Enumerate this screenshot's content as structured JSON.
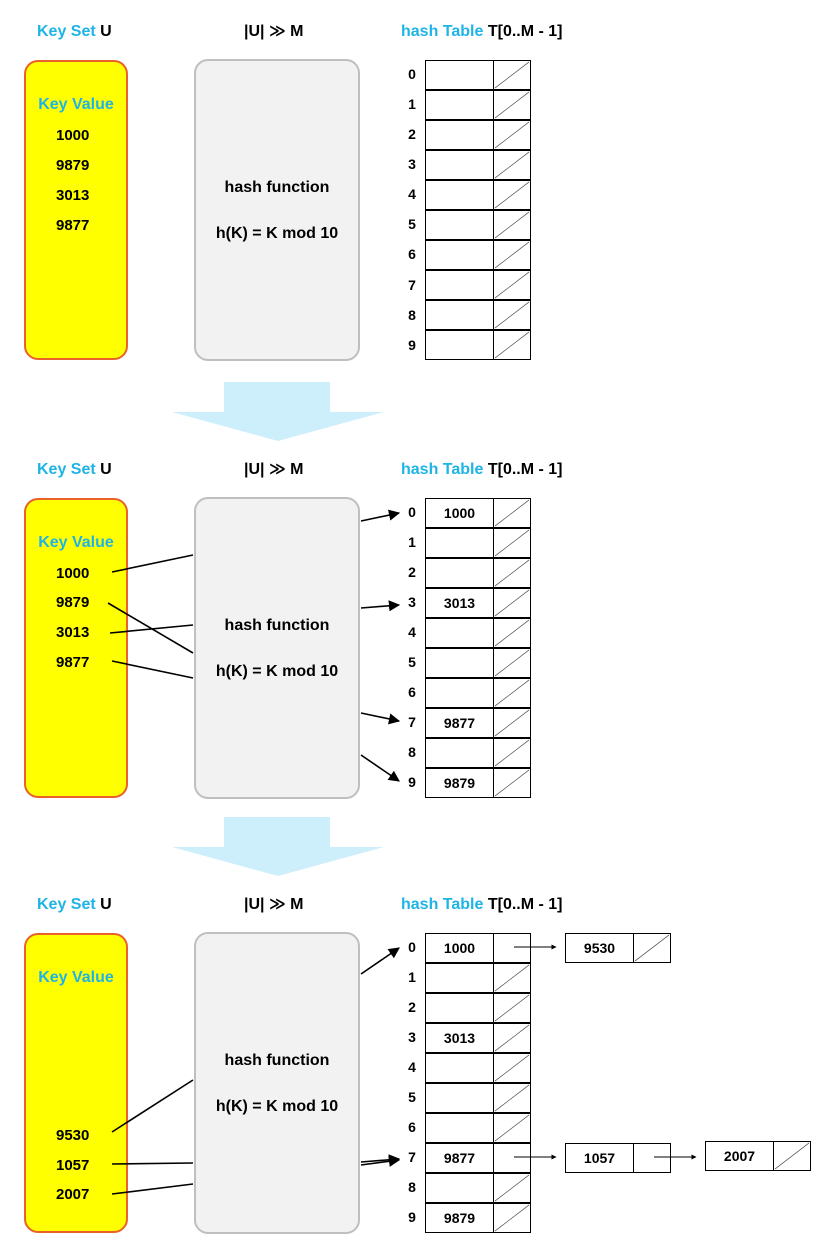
{
  "labels": {
    "key_set_cyan": "Key Set",
    "key_set_black": "U",
    "universe": "|U| ≫ M",
    "hash_table_cyan": "hash Table",
    "hash_table_black": "T[0..M - 1]",
    "key_value": "Key Value",
    "hash_function": "hash function",
    "formula": "h(K) = K mod 10"
  },
  "indices": [
    "0",
    "1",
    "2",
    "3",
    "4",
    "5",
    "6",
    "7",
    "8",
    "9"
  ],
  "panels": [
    {
      "keys": [
        "1000",
        "9879",
        "3013",
        "9877"
      ],
      "table": [
        "",
        "",
        "",
        "",
        "",
        "",
        "",
        "",
        "",
        ""
      ],
      "chains": []
    },
    {
      "keys": [
        "1000",
        "9879",
        "3013",
        "9877"
      ],
      "table": [
        "1000",
        "",
        "",
        "3013",
        "",
        "",
        "",
        "9877",
        "",
        "9879"
      ],
      "chains": []
    },
    {
      "keys": [
        "9530",
        "1057",
        "2007"
      ],
      "table": [
        "1000",
        "",
        "",
        "3013",
        "",
        "",
        "",
        "9877",
        "",
        "9879"
      ],
      "chains": [
        {
          "slot": 0,
          "nodes": [
            "9530"
          ]
        },
        {
          "slot": 7,
          "nodes": [
            "1057",
            "2007"
          ]
        }
      ]
    }
  ],
  "colors": {
    "accent_cyan": "#1fb4e6",
    "key_box_fill": "#ffff00",
    "key_box_border": "#e8622a",
    "hash_box_fill": "#f2f2f2",
    "transition_arrow": "#cdeefb"
  }
}
